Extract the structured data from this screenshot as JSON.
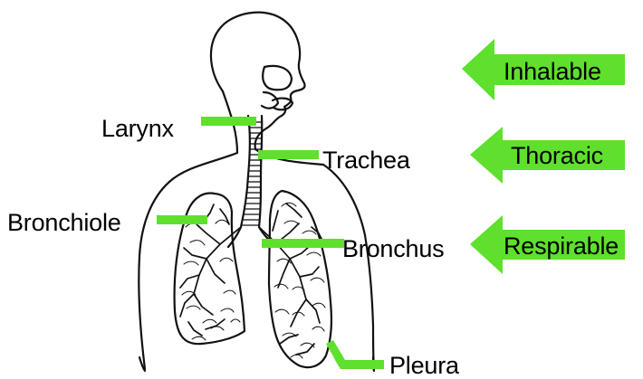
{
  "colors": {
    "accent_green": "#5ee02c",
    "line": "#111111",
    "text": "#000000"
  },
  "anatomy_labels": {
    "larynx": "Larynx",
    "trachea": "Trachea",
    "bronchiole": "Bronchiole",
    "bronchus": "Bronchus",
    "pleura": "Pleura"
  },
  "regions": {
    "inhalable": "Inhalable",
    "thoracic": "Thoracic",
    "respirable": "Respirable"
  },
  "icons": {
    "region_arrow": "left-arrow-icon",
    "label_pointer": "pointer-bar-icon"
  }
}
